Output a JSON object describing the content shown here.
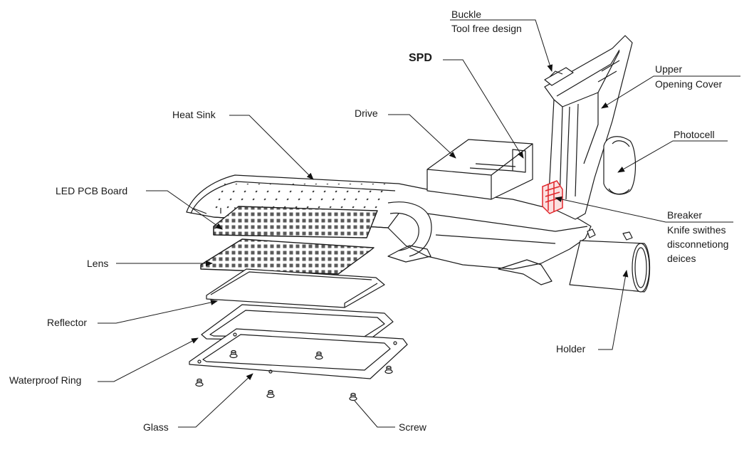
{
  "labels": {
    "buckle": "Buckle",
    "tool_free_design": "Tool free design",
    "spd": "SPD",
    "upper": "Upper",
    "opening_cover": "Opening Cover",
    "heat_sink": "Heat Sink",
    "drive": "Drive",
    "photocell": "Photocell",
    "led_pcb_board": "LED PCB Board",
    "breaker": "Breaker",
    "knife_swithes": "Knife swithes",
    "disconnetiong": "disconnetiong",
    "deices": "deices",
    "lens": "Lens",
    "reflector": "Reflector",
    "holder": "Holder",
    "waterproof_ring": "Waterproof Ring",
    "glass": "Glass",
    "screw": "Screw"
  },
  "colors": {
    "line": "#1a1a1a",
    "breaker_highlight": "#e0262b"
  }
}
